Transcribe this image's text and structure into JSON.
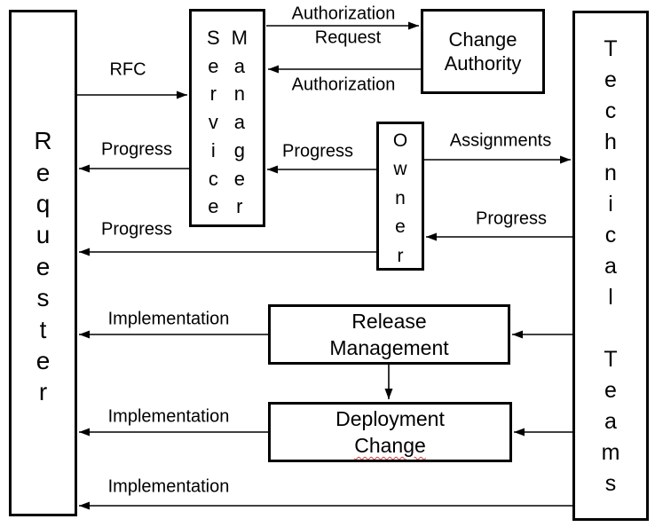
{
  "colors": {
    "background": "#ffffff",
    "line": "#000000",
    "text": "#000000",
    "spellcheck_squiggle": "#cc4444"
  },
  "nodes": [
    {
      "id": "requester",
      "label": "Requester",
      "orientation": "vertical"
    },
    {
      "id": "service-manager",
      "label": "Service Manager",
      "orientation": "vertical-two-columns",
      "words": [
        "Service",
        "Manager"
      ]
    },
    {
      "id": "change-authority",
      "label": "Change Authority",
      "orientation": "horizontal",
      "lines": [
        "Change",
        "Authority"
      ]
    },
    {
      "id": "owner",
      "label": "Owner",
      "orientation": "vertical"
    },
    {
      "id": "technical-teams",
      "label": "Technical Teams",
      "orientation": "vertical"
    },
    {
      "id": "release-management",
      "label": "Release Management",
      "orientation": "horizontal",
      "lines": [
        "Release",
        "Management"
      ]
    },
    {
      "id": "deployment-change",
      "label": "Deployment Change",
      "orientation": "horizontal",
      "lines": [
        "Deployment",
        "Change"
      ],
      "misspelled_word": "Change"
    }
  ],
  "edges": [
    {
      "from": "requester",
      "to": "service-manager",
      "label": "RFC"
    },
    {
      "from": "service-manager",
      "to": "change-authority",
      "label": "Authorization Request",
      "lines": [
        "Authorization",
        "Request"
      ]
    },
    {
      "from": "change-authority",
      "to": "service-manager",
      "label": "Authorization"
    },
    {
      "from": "service-manager",
      "to": "requester",
      "label": "Progress"
    },
    {
      "from": "owner",
      "to": "service-manager",
      "label": "Progress"
    },
    {
      "from": "owner",
      "to": "technical-teams",
      "label": "Assignments"
    },
    {
      "from": "technical-teams",
      "to": "owner",
      "label": "Progress"
    },
    {
      "from": "owner",
      "to": "requester",
      "label": "Progress"
    },
    {
      "from": "release-management",
      "to": "requester",
      "label": "Implementation"
    },
    {
      "from": "technical-teams",
      "to": "release-management",
      "label": ""
    },
    {
      "from": "release-management",
      "to": "deployment-change",
      "label": ""
    },
    {
      "from": "deployment-change",
      "to": "requester",
      "label": "Implementation"
    },
    {
      "from": "technical-teams",
      "to": "deployment-change",
      "label": ""
    },
    {
      "from": "technical-teams",
      "to": "requester",
      "label": "Implementation"
    }
  ]
}
